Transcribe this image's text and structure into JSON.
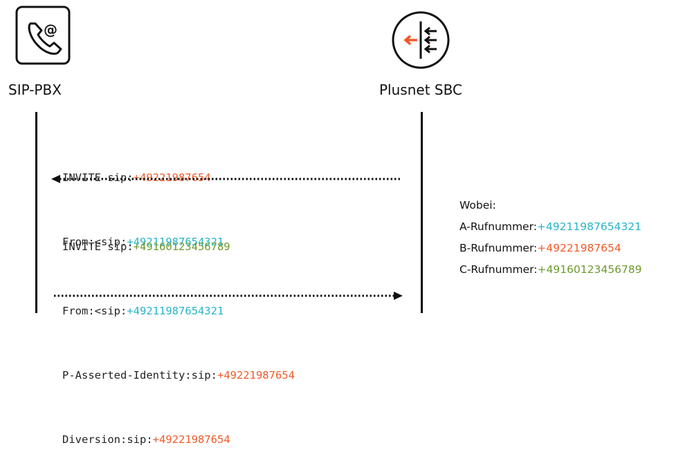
{
  "entities": {
    "left": {
      "label": "SIP-PBX",
      "icon": "phone-at-icon"
    },
    "right": {
      "label": "Plusnet SBC",
      "icon": "sbc-arrows-icon"
    }
  },
  "colors": {
    "a_number": "#27b3c8",
    "b_number": "#f05a28",
    "c_number": "#6d9a2c",
    "sbc_accent": "#f05a28"
  },
  "message1": {
    "direction": "right-to-left",
    "line1_prefix": "INVITE sip:",
    "line1_value": "+49221987654",
    "line2_prefix": "From:<sip:",
    "line2_value": "+49211987654321"
  },
  "message2": {
    "direction": "left-to-right",
    "line1_prefix": "INVITE sip:",
    "line1_value": "+49160123456789",
    "line2_prefix": "From:<sip:",
    "line2_value": "+49211987654321",
    "line3_prefix": "P-Asserted-Identity:sip:",
    "line3_value": "+49221987654",
    "line4_prefix": "Diversion:sip:",
    "line4_value": "+49221987654"
  },
  "legend": {
    "title": "Wobei:",
    "a_label": "A-Rufnummer:",
    "a_value": "+49211987654321",
    "b_label": "B-Rufnummer:",
    "b_value": "+49221987654",
    "c_label": "C-Rufnummer:",
    "c_value": "+49160123456789"
  }
}
